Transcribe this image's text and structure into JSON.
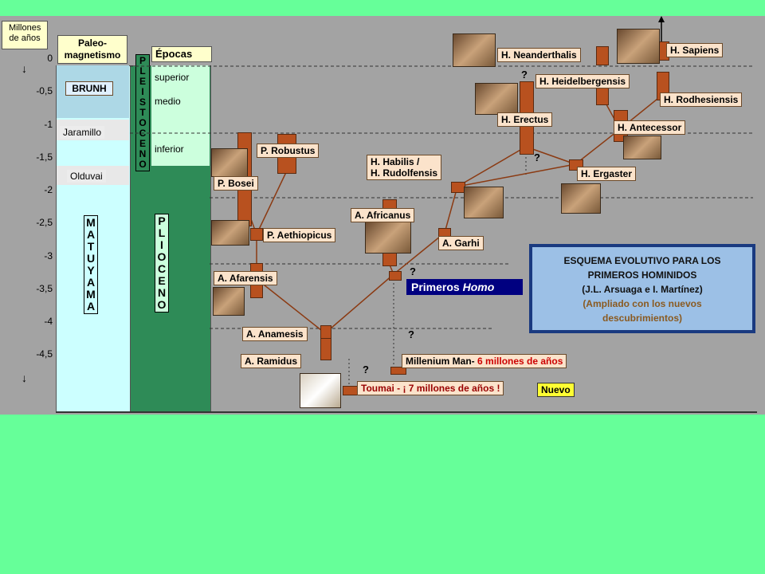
{
  "axis": {
    "title": "Millones de años",
    "ticks": [
      "0",
      "-0,5",
      "-1",
      "-1,5",
      "-2",
      "-2,5",
      "-3",
      "-3,5",
      "-4",
      "-4,5"
    ]
  },
  "columns": {
    "paleo_title": "Paleo-\nmagnetismo",
    "epochs_title": "Épocas",
    "brunh": "BRUNH",
    "jaramillo": "Jaramillo",
    "olduvai": "Olduvai",
    "matuyama": "MATUYAMA",
    "pleistoceno": "PLEISTOCENO",
    "plioceno": "PLIOCENO",
    "superior": "superior",
    "medio": "medio",
    "inferior": "inferior"
  },
  "species": {
    "p_robustus": "P. Robustus",
    "p_bosei": "P. Bosei",
    "p_aethiopicus": "P. Aethiopicus",
    "a_afarensis": "A. Afarensis",
    "a_anamesis": "A. Anamesis",
    "a_ramidus": "A. Ramidus",
    "a_africanus": "A. Africanus",
    "a_garhi": "A. Garhi",
    "h_habilis": "H. Habilis /\nH. Rudolfensis",
    "h_erectus": "H. Erectus",
    "h_ergaster": "H. Ergaster",
    "h_antecessor": "H. Antecessor",
    "h_heidelbergensis": "H. Heidelbergensis",
    "h_neanderthalis": "H. Neanderthalis",
    "h_sapiens": "H. Sapiens",
    "h_rodhesiensis": "H. Rodhesiensis",
    "millenium": "Millenium Man-",
    "millenium_age": "6 millones de años",
    "toumai": "Toumai - ¡ 7 millones de años !",
    "nuevo": "Nuevo",
    "primeros_a": "Primeros",
    "primeros_b": "Homo"
  },
  "info": {
    "line1": "ESQUEMA EVOLUTIVO PARA LOS",
    "line2": "PRIMEROS HOMINIDOS",
    "line3": "(J.L. Arsuaga e I. Martínez)",
    "line4": "(Ampliado con los nuevos",
    "line5": "descubrimientos)"
  },
  "question_mark": "?"
}
